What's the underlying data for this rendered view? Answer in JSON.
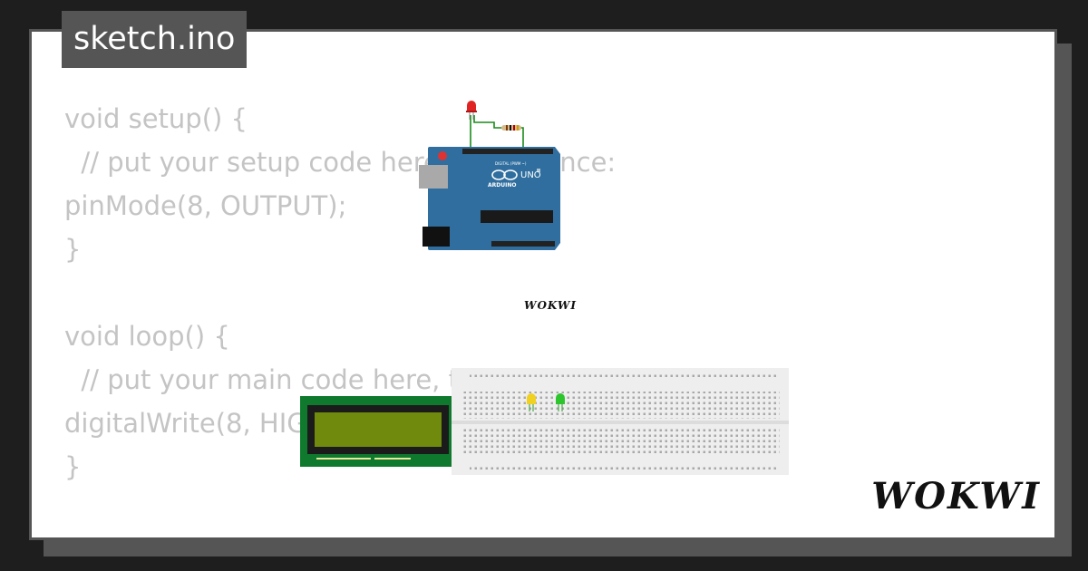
{
  "window": {
    "title": "sketch.ino"
  },
  "brand": {
    "logo_text": "WOKWI"
  },
  "simulator": {
    "watermark": "WOKWI",
    "board": {
      "brand": "ARDUINO",
      "model": "UNO",
      "digital_header": "DIGITAL (PWM ~)"
    }
  },
  "code": {
    "lines": [
      "void setup() {",
      "  // put your setup code here, to run once:",
      "pinMode(8, OUTPUT);",
      "}",
      "",
      "void loop() {",
      "  // put your main code here, to run repeatedly:",
      "digitalWrite(8, HIGH);",
      "}"
    ]
  },
  "colors": {
    "background": "#1e1e1e",
    "card": "#ffffff",
    "frame": "#555555",
    "code_text": "#c4c4c4",
    "board": "#2f6e9e",
    "lcd_pcb": "#0f7a2e",
    "lcd_screen": "#6f8a0c"
  }
}
